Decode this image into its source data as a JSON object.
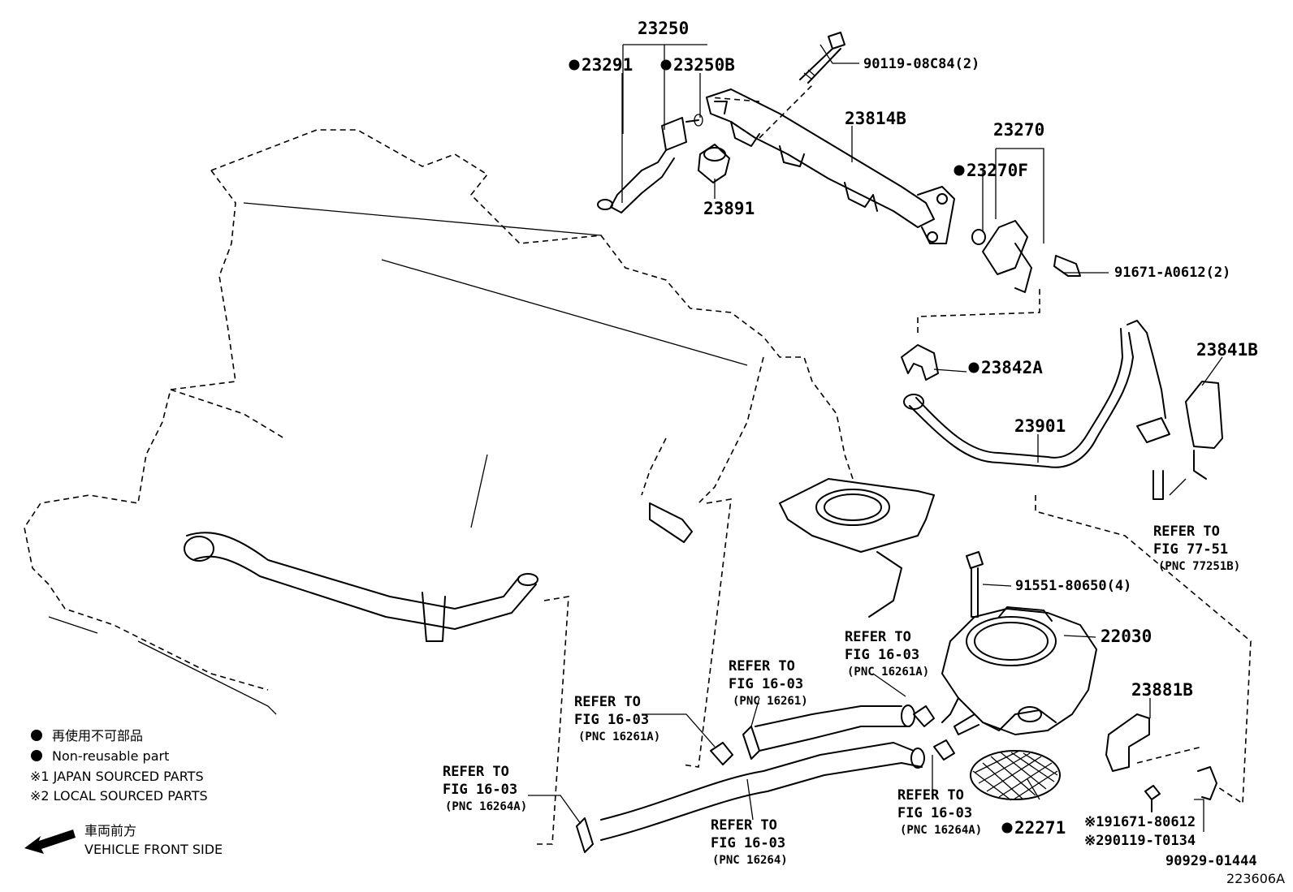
{
  "parts": {
    "p23250": "23250",
    "p23291": "23291",
    "p23250b": "23250B",
    "p90119": "90119-08C84(2)",
    "p23814b": "23814B",
    "p23891": "23891",
    "p23270": "23270",
    "p23270f": "23270F",
    "p91671a": "91671-A0612(2)",
    "p23842a": "23842A",
    "p23841b": "23841B",
    "p23901": "23901",
    "p91551": "91551-80650(4)",
    "p22030": "22030",
    "p23881b": "23881B",
    "p22271": "22271",
    "p91671b": "※191671-80612",
    "p90119b": "※290119-T0134",
    "p90929": "90929-01444"
  },
  "refs": {
    "refer_to": "REFER TO",
    "r77_fig": "FIG 77-51",
    "r77_pnc": "(PNC 77251B)",
    "fig1603": "FIG 16-03",
    "pnc16261a": "(PNC 16261A)",
    "pnc16261": "(PNC 16261)",
    "pnc16264a": "(PNC 16264A)",
    "pnc16264": "(PNC 16264)"
  },
  "legend": {
    "nonreusable_jp": "再使用不可部品",
    "nonreusable_en": "Non-reusable part",
    "japan_sourced": "※1 JAPAN SOURCED PARTS",
    "local_sourced": "※2 LOCAL SOURCED PARTS",
    "front_jp": "車両前方",
    "front_en": "VEHICLE FRONT SIDE"
  },
  "figure_id": "223606A",
  "icons": [
    "non-reusable-dot-icon",
    "vehicle-front-arrow-icon"
  ]
}
